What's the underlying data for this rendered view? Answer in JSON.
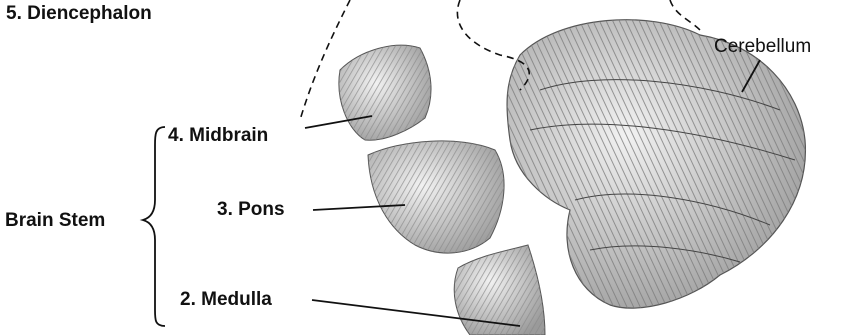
{
  "labels": {
    "diencephalon": "5. Diencephalon",
    "midbrain": "4. Midbrain",
    "pons": "3. Pons",
    "medulla": "2. Medulla",
    "brain_stem": "Brain Stem",
    "cerebellum": "Cerebellum"
  },
  "colors": {
    "ink": "#111111",
    "shade": "#8c8c8c",
    "light": "#d9d9d9"
  }
}
